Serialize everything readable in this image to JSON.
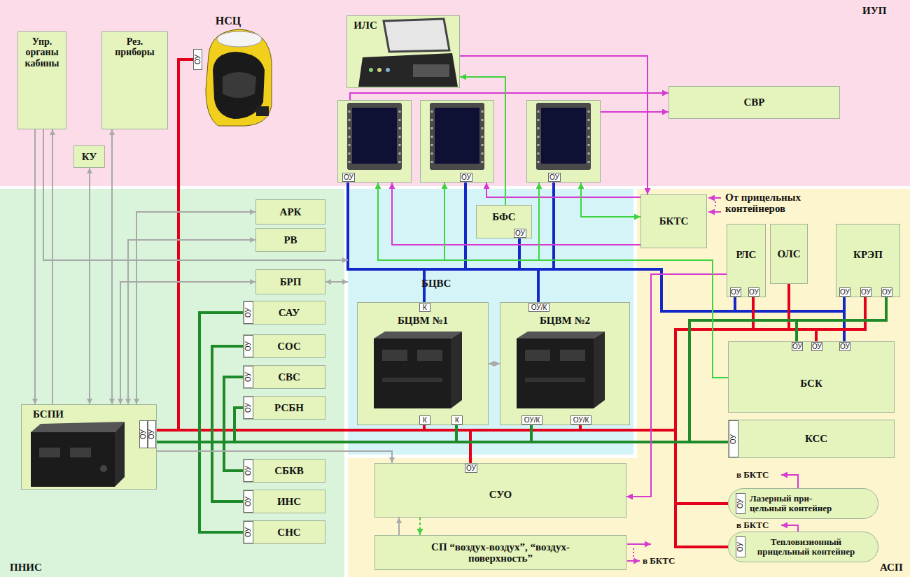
{
  "diagram": {
    "nodes": [
      {
        "text": [
          "ИУП"
        ]
      },
      {
        "text": [
          "Упр. органы кабины"
        ],
        "in": 0
      },
      {
        "text": [
          "Рез. приборы"
        ],
        "in": 0
      },
      {
        "text": [
          "КУ"
        ],
        "in": 0
      },
      {
        "text": [
          "НСЦ",
          "ОУ"
        ],
        "in": 0
      },
      {
        "text": [
          "ИЛС"
        ],
        "in": 0
      },
      {
        "text": [
          "ОУ"
        ],
        "in": 0
      },
      {
        "text": [
          "ОУ"
        ],
        "in": 0
      },
      {
        "text": [
          "ОУ"
        ],
        "in": 0
      },
      {
        "text": [
          "СВР"
        ],
        "in": 0
      },
      {
        "text": [
          "ПНИС"
        ]
      },
      {
        "text": [
          "АРК"
        ],
        "in": 10
      },
      {
        "text": [
          "РВ"
        ],
        "in": 10
      },
      {
        "text": [
          "БРП"
        ],
        "in": 10
      },
      {
        "text": [
          "САУ",
          "ОУ"
        ],
        "in": 10
      },
      {
        "text": [
          "СОС",
          "ОУ"
        ],
        "in": 10
      },
      {
        "text": [
          "СВС",
          "ОУ"
        ],
        "in": 10
      },
      {
        "text": [
          "РСБН",
          "ОУ"
        ],
        "in": 10
      },
      {
        "text": [
          "БСПИ",
          "ОУ",
          "ОУ"
        ],
        "in": 10
      },
      {
        "text": [
          "СБКВ",
          "ОУ"
        ],
        "in": 10
      },
      {
        "text": [
          "ИНС",
          "ОУ"
        ],
        "in": 10
      },
      {
        "text": [
          "СНС",
          "ОУ"
        ],
        "in": 10
      },
      {
        "text": [
          "БЦВС"
        ]
      },
      {
        "text": [
          "БФС",
          "ОУ"
        ],
        "in": 22
      },
      {
        "text": [
          "БЦВМ №1",
          "К",
          "К",
          "К"
        ],
        "in": 22
      },
      {
        "text": [
          "БЦВМ №2",
          "ОУ/К",
          "ОУ/К",
          "ОУ/К"
        ],
        "in": 22
      },
      {
        "text": [
          "АСП"
        ]
      },
      {
        "text": [
          "БКТС"
        ],
        "in": 26
      },
      {
        "text": [
          "РЛС",
          "ОУ",
          "ОУ"
        ],
        "in": 26
      },
      {
        "text": [
          "ОЛС"
        ],
        "in": 26
      },
      {
        "text": [
          "КРЭП",
          "ОУ",
          "ОУ",
          "ОУ"
        ],
        "in": 26
      },
      {
        "text": [
          "БСК",
          "ОУ",
          "ОУ",
          "ОУ"
        ],
        "in": 26
      },
      {
        "text": [
          "КСС",
          "ОУ"
        ],
        "in": 26
      },
      {
        "text": [
          "СУО",
          "ОУ"
        ],
        "in": 26
      },
      {
        "text": [
          "СП “воздух-воздух”, “воздух-поверхность”"
        ],
        "in": 26
      },
      {
        "text": [
          "Лазерный при- цельный контейнер",
          "ОУ"
        ],
        "in": 26
      },
      {
        "text": [
          "Тепловизионный прицельный контейнер",
          "ОУ"
        ],
        "in": 26
      }
    ],
    "edges": [
      {
        "from": 24,
        "to": 6,
        "arrow": "none"
      },
      {
        "from": 24,
        "to": 7,
        "arrow": "none"
      },
      {
        "from": 24,
        "to": 8,
        "arrow": "none"
      },
      {
        "from": 24,
        "to": 23,
        "arrow": "none"
      },
      {
        "from": 24,
        "to": 25,
        "arrow": "none"
      },
      {
        "from": 24,
        "to": 28,
        "arrow": "none"
      },
      {
        "from": 24,
        "to": 30,
        "arrow": "none"
      },
      {
        "from": 24,
        "to": 31,
        "arrow": "none"
      },
      {
        "from": 24,
        "to": 18,
        "arrow": "none"
      },
      {
        "from": 24,
        "to": 4,
        "arrow": "none"
      },
      {
        "from": 24,
        "to": 33,
        "arrow": "none"
      },
      {
        "from": 24,
        "to": 25,
        "arrow": "none"
      },
      {
        "from": 24,
        "to": 28,
        "arrow": "none"
      },
      {
        "from": 24,
        "to": 29,
        "arrow": "none"
      },
      {
        "from": 24,
        "to": 30,
        "arrow": "none"
      },
      {
        "from": 24,
        "to": 31,
        "arrow": "none"
      },
      {
        "from": 24,
        "to": 35,
        "arrow": "none"
      },
      {
        "from": 24,
        "to": 36,
        "arrow": "none"
      },
      {
        "from": 24,
        "to": 18,
        "arrow": "none"
      },
      {
        "from": 24,
        "to": 14,
        "arrow": "none"
      },
      {
        "from": 24,
        "to": 15,
        "arrow": "none"
      },
      {
        "from": 24,
        "to": 16,
        "arrow": "none"
      },
      {
        "from": 24,
        "to": 17,
        "arrow": "none"
      },
      {
        "from": 24,
        "to": 19,
        "arrow": "none"
      },
      {
        "from": 24,
        "to": 20,
        "arrow": "none"
      },
      {
        "from": 24,
        "to": 21,
        "arrow": "none"
      },
      {
        "from": 24,
        "to": 25,
        "arrow": "none"
      },
      {
        "from": 24,
        "to": 32,
        "arrow": "none"
      },
      {
        "from": 24,
        "to": 30,
        "arrow": "none"
      },
      {
        "from": 24,
        "to": 31,
        "arrow": "none"
      },
      {
        "from": 6,
        "to": 9,
        "arrow": "to"
      },
      {
        "from": 8,
        "to": 9,
        "arrow": "to"
      },
      {
        "from": 5,
        "to": 27,
        "arrow": "to"
      },
      {
        "from": 27,
        "to": 6,
        "arrow": "to"
      },
      {
        "from": 27,
        "to": 7,
        "arrow": "to"
      },
      {
        "from": 28,
        "to": 33,
        "arrow": "to"
      },
      {
        "from": 23,
        "to": 5,
        "arrow": "to"
      },
      {
        "from": 31,
        "to": 6,
        "arrow": "to"
      },
      {
        "from": 31,
        "to": 7,
        "arrow": "to"
      },
      {
        "from": 31,
        "to": 8,
        "arrow": "to"
      },
      {
        "from": 27,
        "to": 8,
        "arrow": "both"
      },
      {
        "from": 33,
        "to": 34,
        "arrow": "to"
      },
      {
        "from": 1,
        "to": 18,
        "arrow": "to"
      },
      {
        "from": 18,
        "to": 1,
        "arrow": "to"
      },
      {
        "from": 1,
        "to": 22,
        "arrow": "to"
      },
      {
        "from": 3,
        "to": 18,
        "arrow": "both"
      },
      {
        "from": 2,
        "to": 18,
        "arrow": "both"
      },
      {
        "from": 11,
        "to": 18,
        "arrow": "both"
      },
      {
        "from": 12,
        "to": 18,
        "arrow": "both"
      },
      {
        "from": 13,
        "to": 18,
        "arrow": "both"
      },
      {
        "from": 13,
        "to": 22,
        "arrow": "both"
      },
      {
        "from": 18,
        "to": 33,
        "arrow": "to"
      },
      {
        "from": 24,
        "to": 25,
        "arrow": "both"
      },
      {
        "from": 34,
        "to": 33,
        "arrow": "to"
      }
    ],
    "labels": [
      "От прицельных контейнеров",
      "в БКТС",
      "в БКТС",
      "в БКТС"
    ]
  }
}
